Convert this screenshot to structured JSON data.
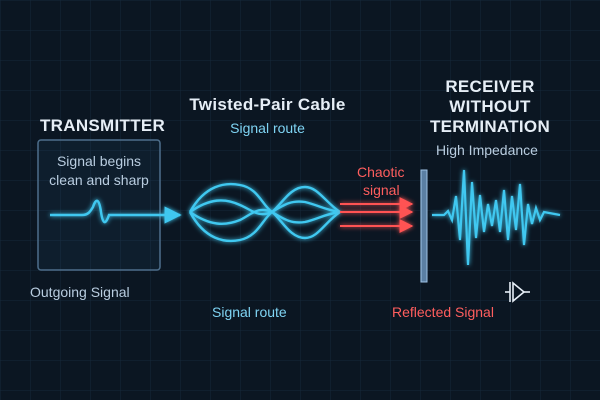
{
  "transmitter": {
    "title": "TRANSMITTER",
    "desc_line1": "Signal begins",
    "desc_line2": "clean and sharp"
  },
  "cable": {
    "title": "Twisted-Pair Cable",
    "subtitle": "Signal route"
  },
  "receiver": {
    "title_line1": "RECEIVER",
    "title_line2": "WITHOUT",
    "title_line3": "TERMINATION",
    "subtitle": "High Impedance"
  },
  "chaotic": {
    "line1": "Chaotic",
    "line2": "signal"
  },
  "bottom": {
    "outgoing": "Outgoing Signal",
    "route": "Signal route",
    "reflected": "Reflected Signal"
  },
  "colors": {
    "background": "#0b1622",
    "cyan": "#3fc8f0",
    "red": "#ff5252"
  }
}
